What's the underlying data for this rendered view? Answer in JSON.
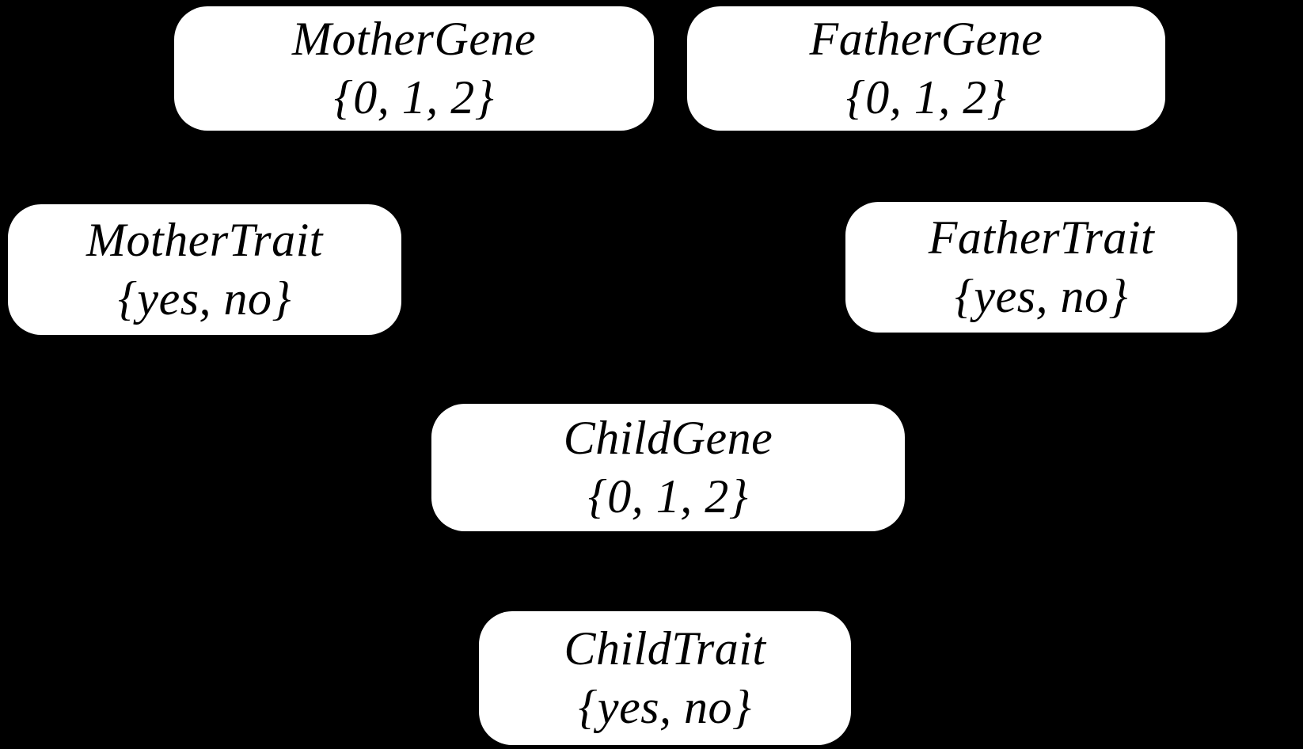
{
  "diagram": {
    "background_color": "#000000",
    "node_fill_color": "#ffffff",
    "node_text_color": "#000000",
    "nodes": [
      {
        "name": "MotherGene",
        "values": "{0, 1, 2}"
      },
      {
        "name": "FatherGene",
        "values": "{0, 1, 2}"
      },
      {
        "name": "MotherTrait",
        "values": "{yes, no}"
      },
      {
        "name": "FatherTrait",
        "values": "{yes, no}"
      },
      {
        "name": "ChildGene",
        "values": "{0, 1, 2}"
      },
      {
        "name": "ChildTrait",
        "values": "{yes, no}"
      }
    ]
  }
}
